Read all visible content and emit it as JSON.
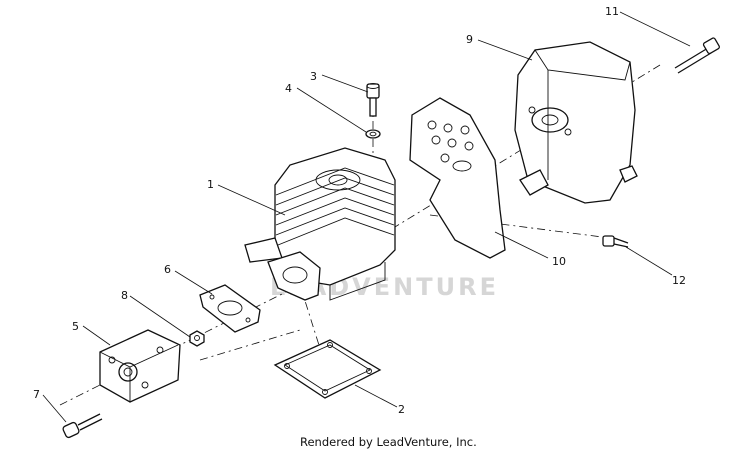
{
  "watermark": "LEADVENTURE",
  "footer": "Rendered by LeadVenture, Inc.",
  "callouts": [
    {
      "id": "c1",
      "label": "1"
    },
    {
      "id": "c2",
      "label": "2"
    },
    {
      "id": "c3",
      "label": "3"
    },
    {
      "id": "c4",
      "label": "4"
    },
    {
      "id": "c5",
      "label": "5"
    },
    {
      "id": "c6",
      "label": "6"
    },
    {
      "id": "c7",
      "label": "7"
    },
    {
      "id": "c8",
      "label": "8"
    },
    {
      "id": "c9",
      "label": "9"
    },
    {
      "id": "c10",
      "label": "10"
    },
    {
      "id": "c11",
      "label": "11"
    },
    {
      "id": "c12",
      "label": "12"
    }
  ]
}
